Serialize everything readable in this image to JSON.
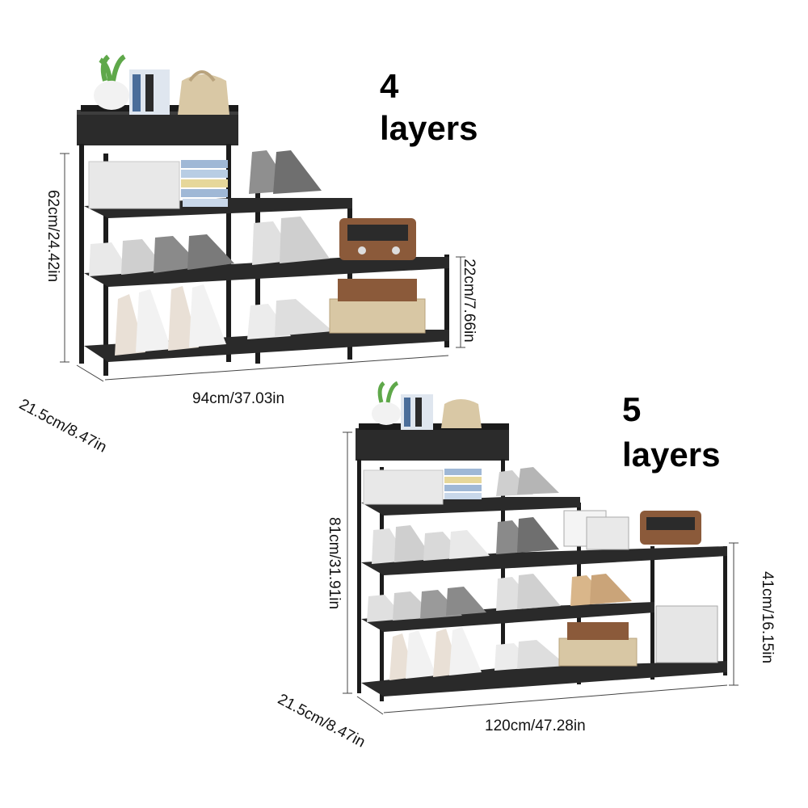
{
  "rack_4": {
    "title_number": "4",
    "title_word": "layers",
    "height_label": "62cm/24.42in",
    "step_height_label": "22cm/7.66in",
    "width_label": "94cm/37.03in",
    "depth_label": "21.5cm/8.47in"
  },
  "rack_5": {
    "title_number": "5",
    "title_word": "layers",
    "height_label": "81cm/31.91in",
    "step_height_label": "41cm/16.15in",
    "width_label": "120cm/47.28in",
    "depth_label": "21.5cm/8.47in"
  },
  "colors": {
    "frame": "#1c1c1c",
    "shelf": "#2a2a2a",
    "shoe_white": "#e9e9e9",
    "shoe_grey": "#8a8a8a",
    "basket": "#d8c7a4",
    "towel_blue": "#9fb8d6",
    "towel_yellow": "#e6d79a",
    "radio": "#8b5a3a",
    "plant": "#5fa84a"
  }
}
